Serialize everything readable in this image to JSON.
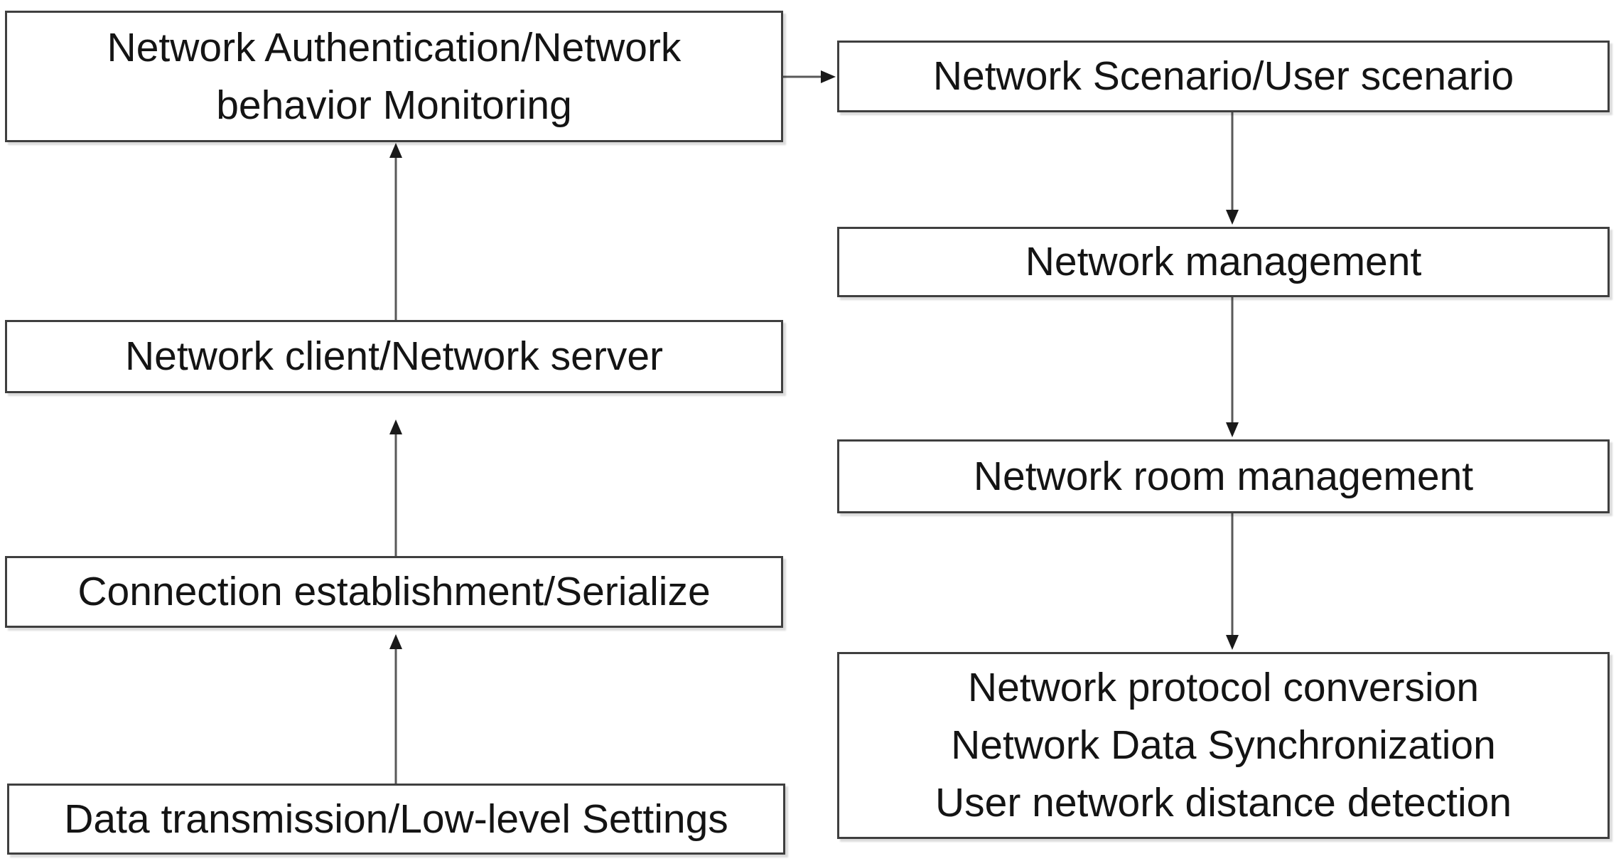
{
  "diagram": {
    "boxes": {
      "left": [
        {
          "id": "network-auth-monitoring",
          "lines": [
            "Network Authentication/Network",
            "behavior Monitoring"
          ]
        },
        {
          "id": "network-client-server",
          "lines": [
            "Network client/Network server"
          ]
        },
        {
          "id": "connection-establishment-serialize",
          "lines": [
            "Connection establishment/Serialize"
          ]
        },
        {
          "id": "data-transmission-low-level-settings",
          "lines": [
            "Data transmission/Low-level Settings"
          ]
        }
      ],
      "right": [
        {
          "id": "network-scenario-user-scenario",
          "lines": [
            "Network Scenario/User scenario"
          ]
        },
        {
          "id": "network-management",
          "lines": [
            "Network management"
          ]
        },
        {
          "id": "network-room-management",
          "lines": [
            "Network room management"
          ]
        },
        {
          "id": "protocol-sync-distance",
          "lines": [
            "Network protocol conversion",
            "Network Data Synchronization",
            "User network distance detection"
          ]
        }
      ]
    },
    "flow": {
      "left_column_direction": "up",
      "right_column_direction": "down",
      "cross_link": "network-auth-monitoring -> network-scenario-user-scenario"
    },
    "colors": {
      "background": "#ffffff",
      "box_fill": "#ffffff",
      "box_border": "#3f3f3f",
      "arrow_line": "#595959",
      "arrow_head": "#1a1a1a",
      "text": "#141414"
    }
  }
}
